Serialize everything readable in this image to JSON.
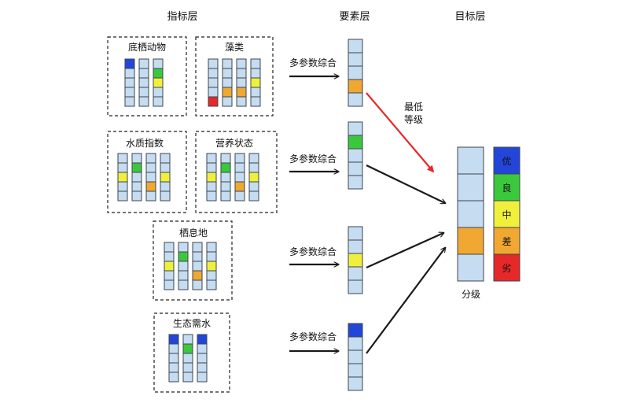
{
  "headers": {
    "indicator": "指标层",
    "element": "要素层",
    "target": "目标层"
  },
  "colors": {
    "cell": "#c6dcf0",
    "stroke": "#3c4650",
    "blue": "#2346d8",
    "green": "#3cc83c",
    "yellow": "#f0f03c",
    "orange": "#f0a832",
    "red": "#e62828",
    "arrow": "#1a1a1a",
    "arrow_highlight": "#e62828"
  },
  "groups": [
    {
      "title": "底栖动物",
      "columns": [
        [
          "blue",
          "",
          "",
          "",
          ""
        ],
        [
          "",
          "",
          "",
          "",
          ""
        ],
        [
          "",
          "green",
          "yellow",
          "",
          ""
        ]
      ]
    },
    {
      "title": "藻类",
      "columns": [
        [
          "",
          "",
          "",
          "",
          "red"
        ],
        [
          "",
          "",
          "",
          "orange",
          ""
        ],
        [
          "",
          "",
          "",
          "orange",
          ""
        ],
        [
          "",
          "",
          "yellow",
          "",
          ""
        ]
      ]
    },
    {
      "title": "水质指数",
      "columns": [
        [
          "",
          "",
          "yellow",
          "",
          ""
        ],
        [
          "",
          "green",
          "",
          "",
          ""
        ],
        [
          "",
          "",
          "",
          "orange",
          ""
        ],
        [
          "",
          "",
          "yellow",
          "",
          ""
        ]
      ]
    },
    {
      "title": "营养状态",
      "columns": [
        [
          "",
          "",
          "yellow",
          "",
          ""
        ],
        [
          "",
          "green",
          "",
          "",
          ""
        ],
        [
          "",
          "",
          "",
          "orange",
          ""
        ],
        [
          "",
          "",
          "yellow",
          "",
          ""
        ]
      ]
    },
    {
      "title": "栖息地",
      "columns": [
        [
          "",
          "",
          "yellow",
          "",
          ""
        ],
        [
          "",
          "green",
          "",
          "",
          ""
        ],
        [
          "",
          "",
          "",
          "orange",
          ""
        ],
        [
          "",
          "",
          "yellow",
          "",
          ""
        ]
      ]
    },
    {
      "title": "生态需水",
      "columns": [
        [
          "blue",
          "",
          "",
          "",
          ""
        ],
        [
          "",
          "green",
          "",
          "",
          ""
        ],
        [
          "blue",
          "",
          "",
          "",
          ""
        ]
      ]
    }
  ],
  "element_bars": [
    {
      "cells": [
        "",
        "",
        "",
        "orange",
        ""
      ]
    },
    {
      "cells": [
        "",
        "green",
        "",
        "",
        ""
      ]
    },
    {
      "cells": [
        "",
        "",
        "yellow",
        "",
        ""
      ]
    },
    {
      "cells": [
        "blue",
        "",
        "",
        "",
        ""
      ]
    }
  ],
  "arrow_labels": {
    "combine": "多参数综合",
    "min_grade": [
      "最低",
      "等级"
    ]
  },
  "target_bar": {
    "cells": [
      "",
      "",
      "",
      "orange",
      ""
    ],
    "label": "分级"
  },
  "legend": [
    {
      "text": "优",
      "color": "blue"
    },
    {
      "text": "良",
      "color": "green"
    },
    {
      "text": "中",
      "color": "yellow"
    },
    {
      "text": "差",
      "color": "orange"
    },
    {
      "text": "劣",
      "color": "red"
    }
  ]
}
